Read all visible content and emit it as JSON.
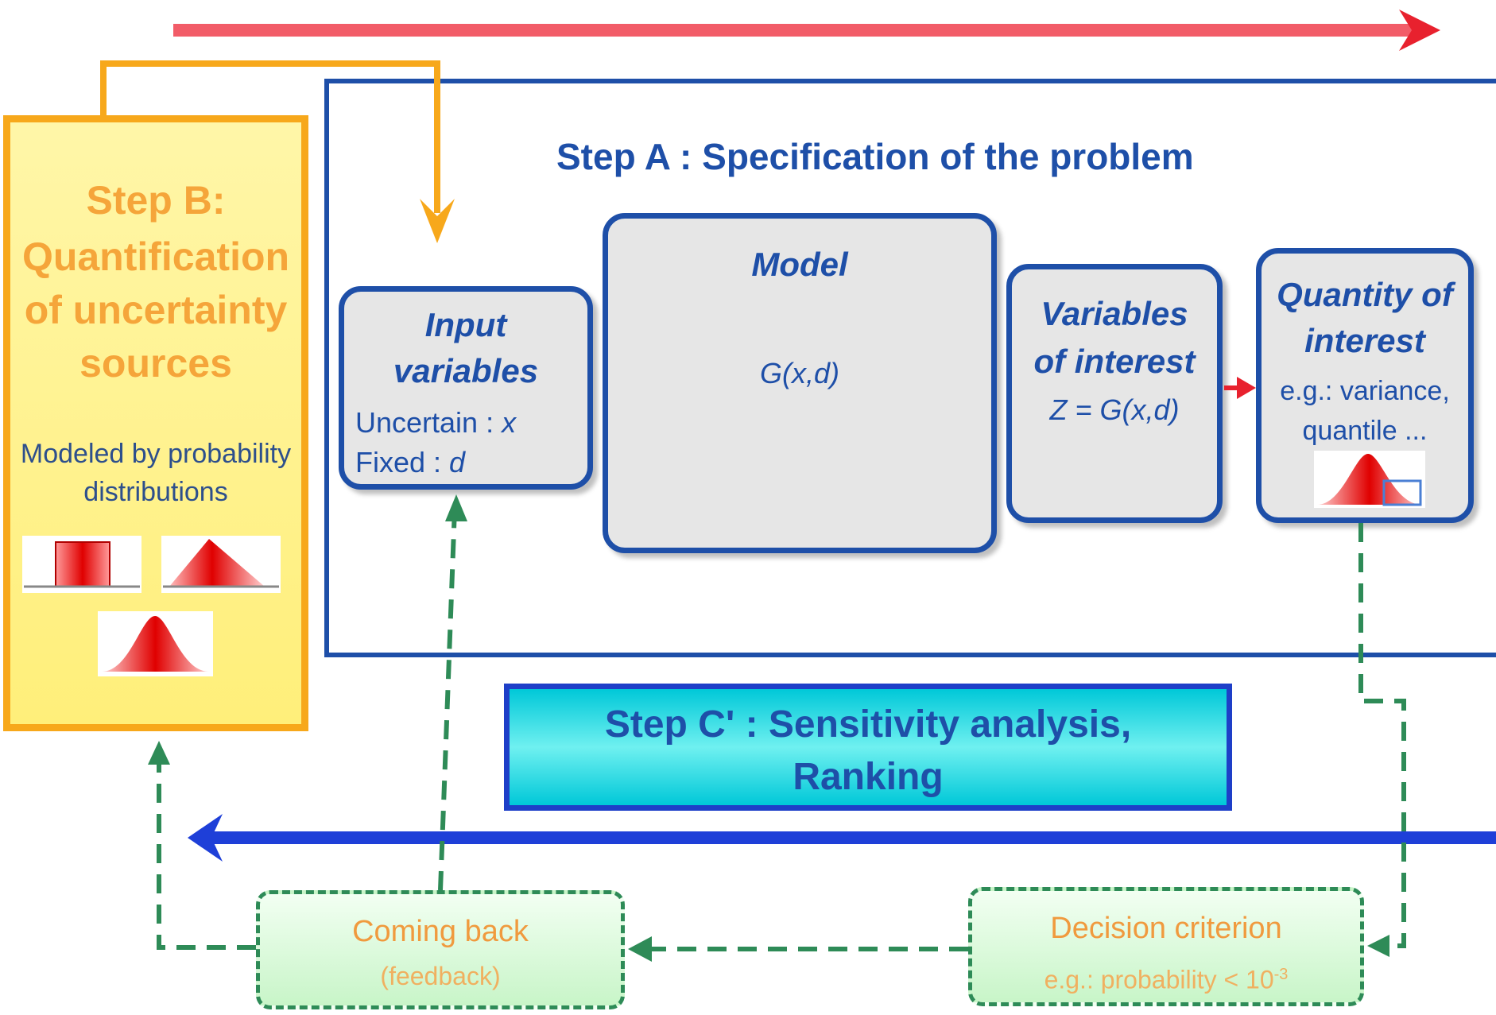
{
  "colors": {
    "step_a": "#1e4fa8",
    "step_b": "#f7a81b",
    "step_c": "#00c8d8",
    "forward_arrow": "#e8424f",
    "back_arrow": "#1e3fd8",
    "feedback": "#2e8b57",
    "distribution": "#e00000"
  },
  "step_b": {
    "title": [
      "Step B:",
      "Quantification",
      "of uncertainty",
      "sources"
    ],
    "subtitle": [
      "Modeled by probability",
      "distributions"
    ],
    "distribution_icons": [
      "uniform-distribution-icon",
      "triangular-distribution-icon",
      "normal-distribution-icon"
    ]
  },
  "step_a": {
    "title": "Step A : Specification of the problem",
    "input": {
      "title": [
        "Input",
        "variables"
      ],
      "uncertain_label": "Uncertain : ",
      "uncertain_var": "x",
      "fixed_label": "Fixed : ",
      "fixed_var": "d"
    },
    "model": {
      "title": "Model",
      "formula": "G(x,d)"
    },
    "variables_of_interest": {
      "title": [
        "Variables",
        "of interest"
      ],
      "formula": "Z = G(x,d)"
    },
    "quantity_of_interest": {
      "title": [
        "Quantity of",
        "interest"
      ],
      "text": [
        "e.g.: variance,",
        "quantile ..."
      ]
    }
  },
  "step_c": {
    "title": [
      "Step C' : Sensitivity analysis,",
      "Ranking"
    ]
  },
  "feedback": {
    "coming_back": {
      "title": "Coming back",
      "subtitle": "(feedback)"
    },
    "decision": {
      "title": "Decision criterion",
      "subtitle_text": "e.g.: probability < 10",
      "subtitle_exp": "-3"
    }
  }
}
